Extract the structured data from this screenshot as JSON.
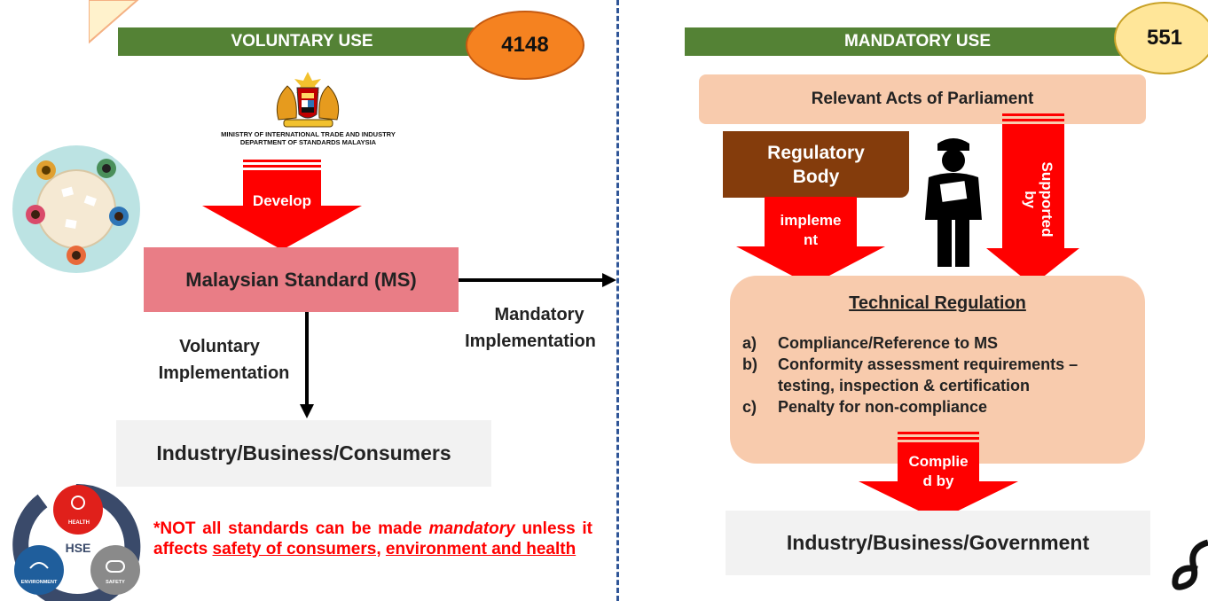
{
  "left": {
    "banner": "VOLUNTARY USE",
    "count": "4148",
    "ministry_line1": "MINISTRY OF INTERNATIONAL TRADE AND INDUSTRY",
    "ministry_line2": "DEPARTMENT OF STANDARDS MALAYSIA",
    "develop": "Develop",
    "ms": "Malaysian Standard (MS)",
    "voluntary_impl_1": "Voluntary",
    "voluntary_impl_2": "Implementation",
    "mandatory_impl_1": "Mandatory",
    "mandatory_impl_2": "Implementation",
    "industry": "Industry/Business/Consumers",
    "hse": {
      "center": "HSE",
      "health": "HEALTH",
      "environment": "ENVIRONMENT",
      "safety": "SAFETY"
    },
    "note_prefix": "*NOT all standards can be made ",
    "note_italic": "mandatory",
    "note_mid": " unless it affects ",
    "note_u1": "safety of consumers,",
    "note_u2": "environment and health"
  },
  "right": {
    "banner": "MANDATORY USE",
    "count": "551",
    "acts": "Relevant Acts of Parliament",
    "regulatory_1": "Regulatory",
    "regulatory_2": "Body",
    "implement_1": "impleme",
    "implement_2": "nt",
    "supported_1": "Supported",
    "supported_2": "by",
    "tech_title": "Technical Regulation",
    "items": [
      {
        "k": "a)",
        "text": "Compliance/Reference to MS"
      },
      {
        "k": "b)",
        "text": "Conformity assessment requirements –"
      },
      {
        "k": "",
        "text": "testing, inspection & certification"
      },
      {
        "k": "c)",
        "text": "Penalty for non-compliance"
      }
    ],
    "complied_1": "Complie",
    "complied_2": "d by",
    "industry": "Industry/Business/Government"
  },
  "colors": {
    "green": "#548235",
    "orange": "#F58220",
    "yellow": "#FFE699",
    "pink": "#E97D86",
    "peach": "#F8CBAD",
    "brown": "#843C0C",
    "red": "#FF0000"
  }
}
